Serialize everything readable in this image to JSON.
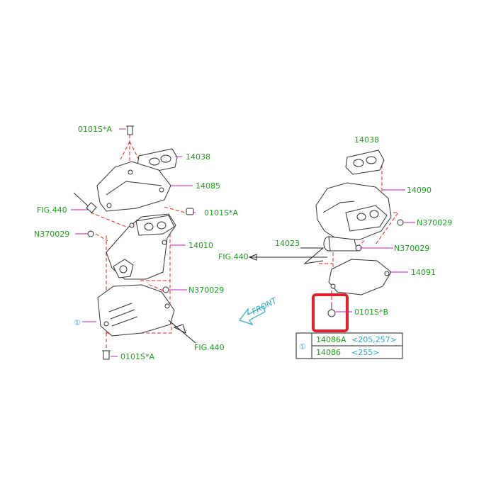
{
  "labels": {
    "bolt_a_top": "0101S*A",
    "gasket_left": "14038",
    "cover_upper_left": "14085",
    "bolt_a_mid": "0101S*A",
    "fig_left": "FIG.440",
    "nut_left": "N370029",
    "manifold_left": "14010",
    "nut_left_lower": "N370029",
    "fig_lower": "FIG.440",
    "bolt_a_bottom": "0101S*A",
    "gasket_right": "14038",
    "manifold_right": "14090",
    "nut_right_upper": "N370029",
    "pipe_right": "14023",
    "nut_right_mid": "N370029",
    "fig_right": "FIG.440",
    "cover_right": "14091",
    "bolt_b": "0101S*B",
    "front": "FRONT"
  },
  "callout_symbol": "①",
  "table": {
    "symbol": "①",
    "rows": [
      {
        "part": "14086A",
        "models": "<205,257>"
      },
      {
        "part": "14086",
        "models": "<255>"
      }
    ]
  },
  "colors": {
    "label": "#18a018",
    "callout": "#2aa7c9",
    "leader": "#c020c0",
    "dashed": "#e02020",
    "highlight": "#e0202e"
  }
}
